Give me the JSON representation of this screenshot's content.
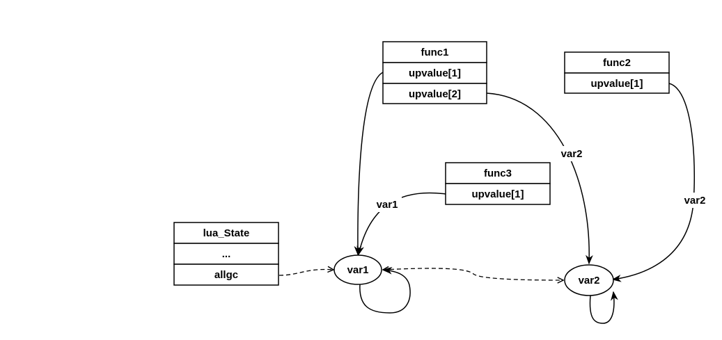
{
  "boxes": {
    "func1": {
      "title": "func1",
      "rows": [
        "upvalue[1]",
        "upvalue[2]"
      ]
    },
    "func2": {
      "title": "func2",
      "rows": [
        "upvalue[1]"
      ]
    },
    "func3": {
      "title": "func3",
      "rows": [
        "upvalue[1]"
      ]
    },
    "lua_state": {
      "title": "lua_State",
      "rows": [
        "...",
        "allgc"
      ]
    }
  },
  "nodes": {
    "var1": "var1",
    "var2": "var2"
  },
  "edge_labels": {
    "func1_up2_to_var2": "var2",
    "func3_up1_to_var1": "var1",
    "func2_up1_to_var2": "var2"
  }
}
